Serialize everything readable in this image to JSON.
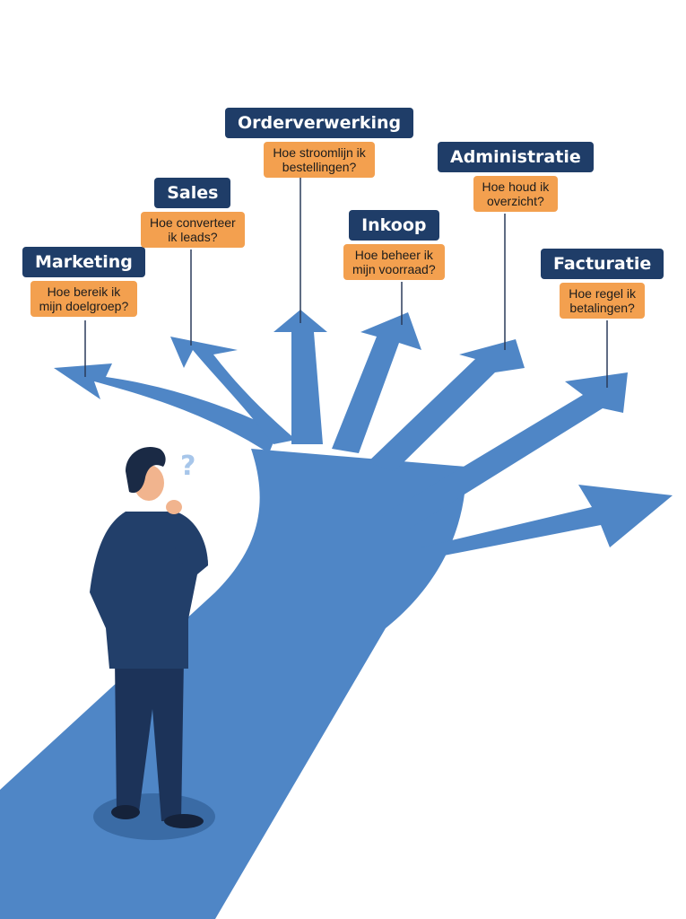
{
  "branches": [
    {
      "key": "marketing",
      "title": "Marketing",
      "question": "Hoe bereik ik\nmijn doelgroep?"
    },
    {
      "key": "sales",
      "title": "Sales",
      "question": "Hoe converteer\nik leads?"
    },
    {
      "key": "orderverwerking",
      "title": "Orderverwerking",
      "question": "Hoe stroomlijn ik\nbestellingen?"
    },
    {
      "key": "inkoop",
      "title": "Inkoop",
      "question": "Hoe beheer ik\nmijn voorraad?"
    },
    {
      "key": "administratie",
      "title": "Administratie",
      "question": "Hoe houd ik\noverzicht?"
    },
    {
      "key": "facturatie",
      "title": "Facturatie",
      "question": "Hoe regel ik\nbetalingen?"
    }
  ],
  "thinking_mark": "?",
  "colors": {
    "path": "#4f86c6",
    "title_bg": "#1f3d68",
    "question_bg": "#f3a04f",
    "suit": "#1f3d68"
  }
}
